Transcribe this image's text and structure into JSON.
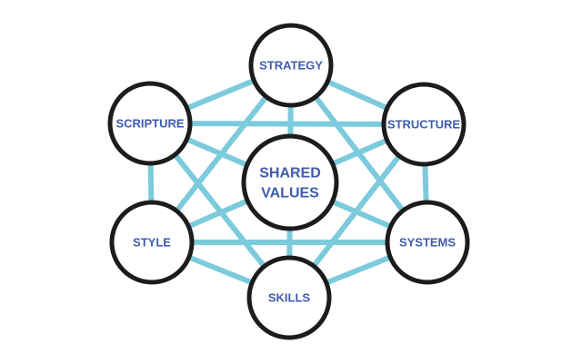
{
  "diagram": {
    "colors": {
      "edge": "#7ccbdc",
      "node_border": "#1c1c1c",
      "label": "#3f5dad"
    },
    "center": {
      "lines": [
        "SHARED",
        "VALUES"
      ]
    },
    "nodes": [
      {
        "id": "strategy",
        "label": "STRATEGY"
      },
      {
        "id": "structure",
        "label": "STRUCTURE"
      },
      {
        "id": "systems",
        "label": "SYSTEMS"
      },
      {
        "id": "skills",
        "label": "SKILLS"
      },
      {
        "id": "style",
        "label": "STYLE"
      },
      {
        "id": "scripture",
        "label": "SCRIPTURE"
      }
    ]
  }
}
